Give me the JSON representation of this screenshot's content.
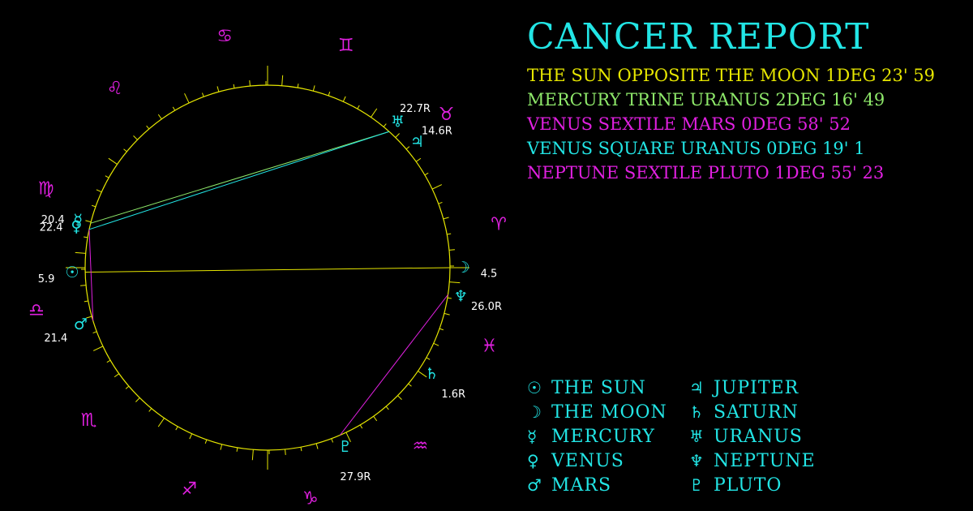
{
  "title": "CANCER REPORT",
  "colors": {
    "background": "#000000",
    "circle": "#e6e600",
    "planet": "#22e5e5",
    "sign": "#e020e0",
    "label": "#ffffff"
  },
  "aspects": [
    {
      "text": "THE SUN OPPOSITE THE MOON 1DEG 23' 59",
      "color": "#e6e600"
    },
    {
      "text": "MERCURY TRINE URANUS 2DEG 16' 49",
      "color": "#8ee86a"
    },
    {
      "text": "VENUS SEXTILE MARS 0DEG 58' 52",
      "color": "#e020e0"
    },
    {
      "text": "VENUS SQUARE URANUS 0DEG 19' 1",
      "color": "#22e5e5"
    },
    {
      "text": "NEPTUNE SEXTILE PLUTO 1DEG 55' 23",
      "color": "#e020e0"
    }
  ],
  "legend": [
    {
      "symbol": "☉",
      "label": "THE SUN",
      "icon": "sun-icon"
    },
    {
      "symbol": "☽",
      "label": "THE MOON",
      "icon": "moon-icon"
    },
    {
      "symbol": "☿",
      "label": "MERCURY",
      "icon": "mercury-icon"
    },
    {
      "symbol": "♀",
      "label": "VENUS",
      "icon": "venus-icon"
    },
    {
      "symbol": "♂",
      "label": "MARS",
      "icon": "mars-icon"
    },
    {
      "symbol": "♃",
      "label": "JUPITER",
      "icon": "jupiter-icon"
    },
    {
      "symbol": "♄",
      "label": "SATURN",
      "icon": "saturn-icon"
    },
    {
      "symbol": "♅",
      "label": "URANUS",
      "icon": "uranus-icon"
    },
    {
      "symbol": "♆",
      "label": "NEPTUNE",
      "icon": "neptune-icon"
    },
    {
      "symbol": "♇",
      "label": "PLUTO",
      "icon": "pluto-icon"
    }
  ],
  "chart": {
    "signs": [
      {
        "symbol": "♈",
        "name": "aries-icon"
      },
      {
        "symbol": "♉",
        "name": "taurus-icon"
      },
      {
        "symbol": "♊",
        "name": "gemini-icon"
      },
      {
        "symbol": "♋",
        "name": "cancer-icon"
      },
      {
        "symbol": "♌",
        "name": "leo-icon"
      },
      {
        "symbol": "♍",
        "name": "virgo-icon"
      },
      {
        "symbol": "♎",
        "name": "libra-icon"
      },
      {
        "symbol": "♏",
        "name": "scorpio-icon"
      },
      {
        "symbol": "♐",
        "name": "sagittarius-icon"
      },
      {
        "symbol": "♑",
        "name": "capricorn-icon"
      },
      {
        "symbol": "♒",
        "name": "aquarius-icon"
      },
      {
        "symbol": "♓",
        "name": "pisces-icon"
      }
    ],
    "planets": [
      {
        "id": "sun",
        "symbol": "☉",
        "sign": "Libra",
        "degree": 5.9,
        "label": "5.9"
      },
      {
        "id": "moon",
        "symbol": "☽",
        "sign": "Aries",
        "degree": 4.5,
        "label": "4.5"
      },
      {
        "id": "mercury",
        "symbol": "☿",
        "sign": "Virgo",
        "degree": 20.4,
        "label": "20.4"
      },
      {
        "id": "venus",
        "symbol": "♀",
        "sign": "Virgo",
        "degree": 22.4,
        "label": "22.4"
      },
      {
        "id": "mars",
        "symbol": "♂",
        "sign": "Libra",
        "degree": 21.4,
        "label": "21.4"
      },
      {
        "id": "jupiter",
        "symbol": "♃",
        "sign": "Taurus",
        "degree": 14.6,
        "label": "14.6R"
      },
      {
        "id": "saturn",
        "symbol": "♄",
        "sign": "Pisces",
        "degree": 1.6,
        "label": "1.6R"
      },
      {
        "id": "uranus",
        "symbol": "♅",
        "sign": "Taurus",
        "degree": 22.7,
        "label": "22.7R"
      },
      {
        "id": "neptune",
        "symbol": "♆",
        "sign": "Pisces",
        "degree": 26.0,
        "label": "26.0R"
      },
      {
        "id": "pluto",
        "symbol": "♇",
        "sign": "Capricorn",
        "degree": 27.9,
        "label": "27.9R"
      }
    ],
    "aspect_lines": [
      {
        "from": "sun",
        "to": "moon",
        "color": "#e6e600"
      },
      {
        "from": "mercury",
        "to": "uranus",
        "color": "#8ee86a"
      },
      {
        "from": "venus",
        "to": "mars",
        "color": "#e020e0"
      },
      {
        "from": "venus",
        "to": "uranus",
        "color": "#22e5e5"
      },
      {
        "from": "neptune",
        "to": "pluto",
        "color": "#e020e0"
      }
    ]
  }
}
